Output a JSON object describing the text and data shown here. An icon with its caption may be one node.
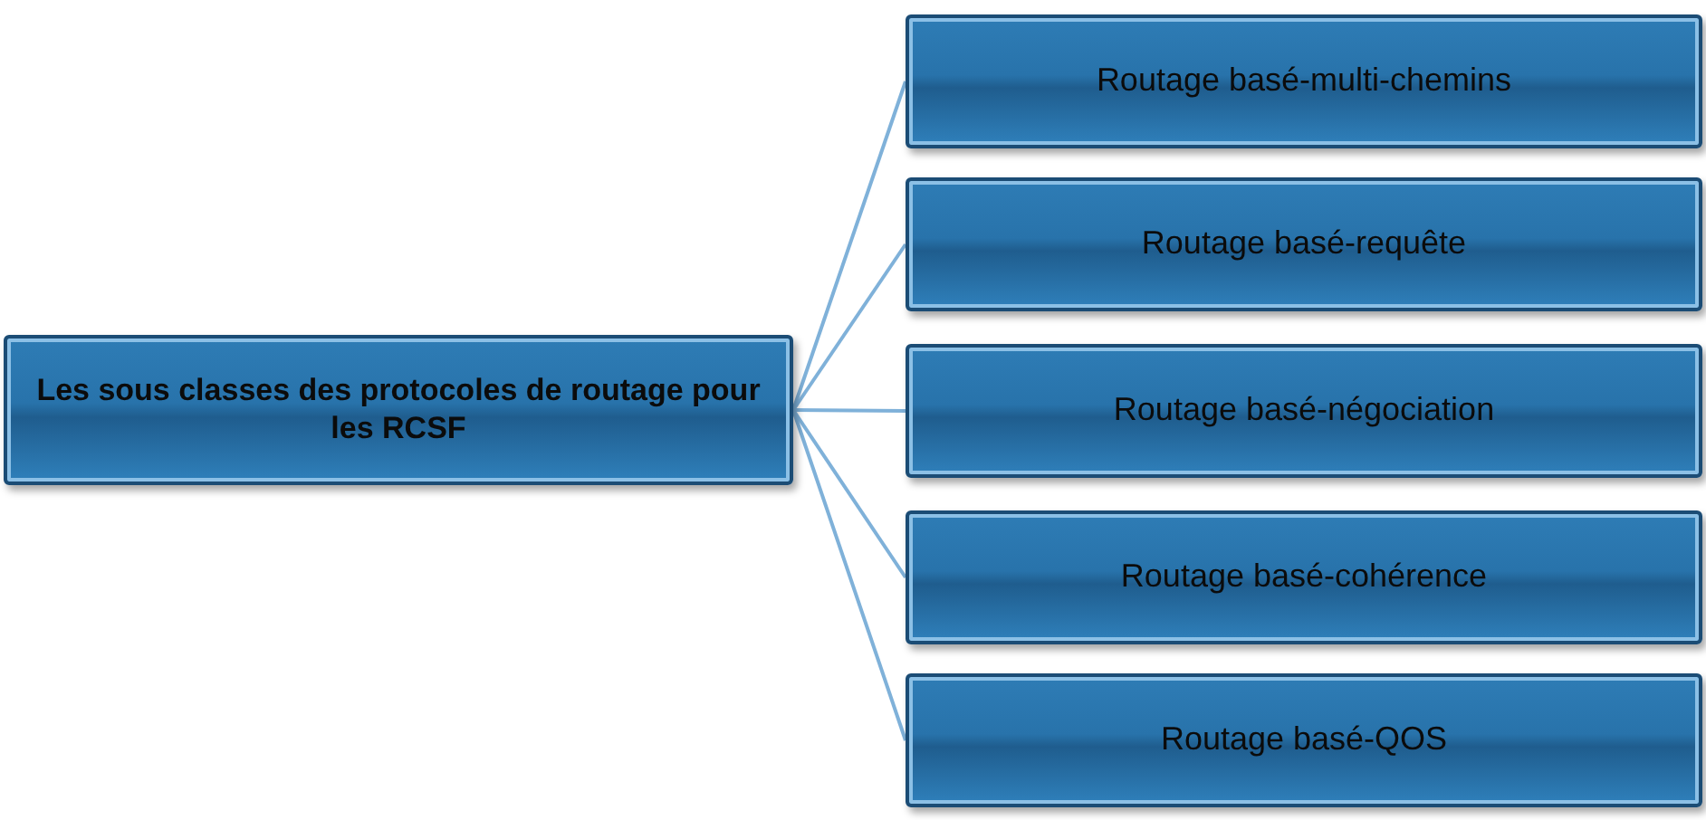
{
  "diagram": {
    "nodes": [
      {
        "text": [
          "Les sous classes des protocoles de routage pour les RCSF"
        ]
      },
      {
        "text": [
          "Routage basé-multi-chemins"
        ]
      },
      {
        "text": [
          "Routage basé-requête"
        ]
      },
      {
        "text": [
          "Routage basé-négociation"
        ]
      },
      {
        "text": [
          "Routage basé-cohérence"
        ]
      },
      {
        "text": [
          "Routage basé-QOS"
        ]
      }
    ],
    "edges": [
      {
        "from": 0,
        "to": 1,
        "arrow": "none"
      },
      {
        "from": 0,
        "to": 2,
        "arrow": "none"
      },
      {
        "from": 0,
        "to": 3,
        "arrow": "none"
      },
      {
        "from": 0,
        "to": 4,
        "arrow": "none"
      },
      {
        "from": 0,
        "to": 5,
        "arrow": "none"
      }
    ]
  }
}
